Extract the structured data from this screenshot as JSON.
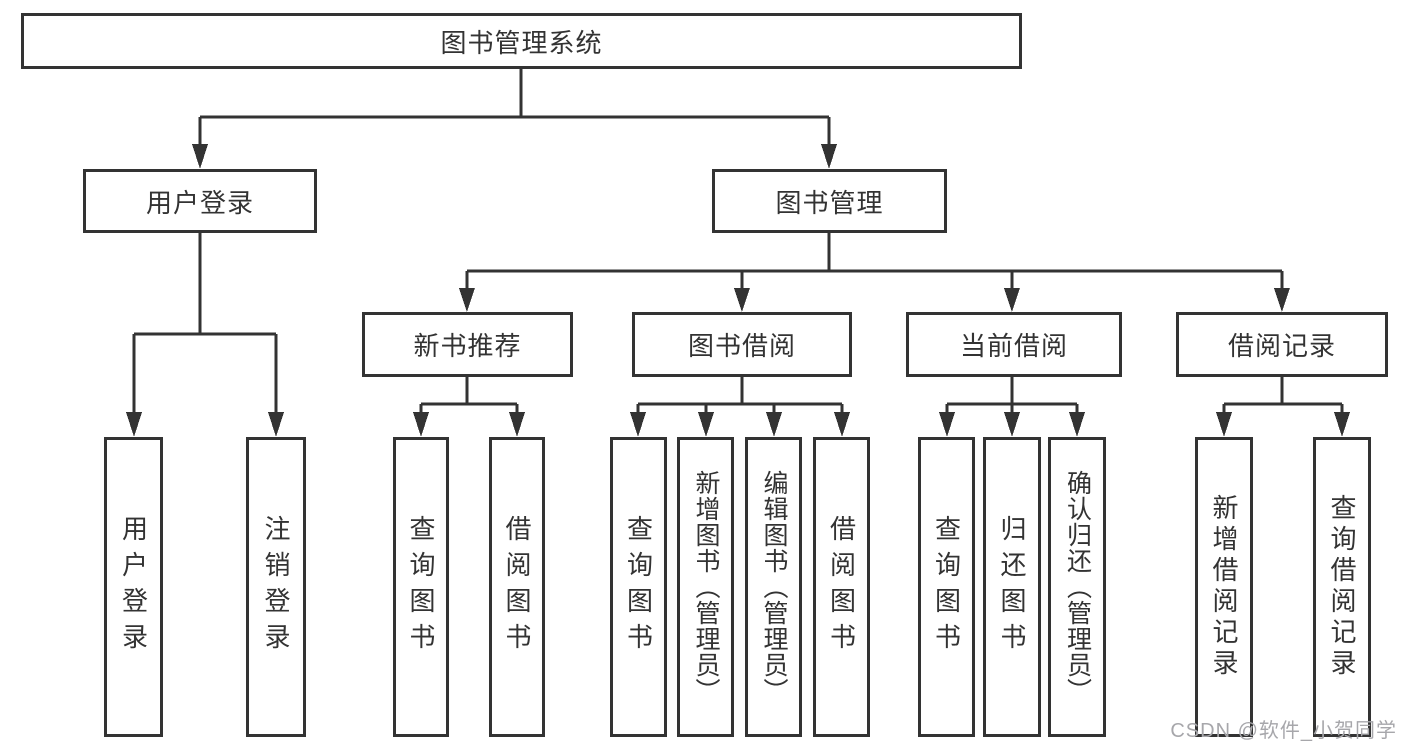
{
  "title": "图书管理系统",
  "watermark": "CSDN @软件_小贺同学",
  "colors": {
    "line": "#333333",
    "box_border": "#333333",
    "text": "#333333",
    "watermark": "#a7a7ab",
    "background": "#ffffff"
  },
  "nodes": {
    "root": {
      "label": "图书管理系统"
    },
    "user_login": {
      "label": "用户登录"
    },
    "book_mgmt": {
      "label": "图书管理"
    },
    "new_book_rec": {
      "label": "新书推荐"
    },
    "book_borrow": {
      "label": "图书借阅"
    },
    "current_borrow": {
      "label": "当前借阅"
    },
    "borrow_record": {
      "label": "借阅记录"
    },
    "user_login_leaf": {
      "label": "用户登录"
    },
    "logout_leaf": {
      "label": "注销登录"
    },
    "rec_query_book": {
      "label": "查询图书"
    },
    "rec_borrow_book": {
      "label": "借阅图书"
    },
    "bb_query_book": {
      "label": "查询图书"
    },
    "bb_add_book": {
      "label": "新增图书（管理员）"
    },
    "bb_edit_book": {
      "label": "编辑图书（管理员）"
    },
    "bb_borrow_book": {
      "label": "借阅图书"
    },
    "cb_query_book": {
      "label": "查询图书"
    },
    "cb_return_book": {
      "label": "归还图书"
    },
    "cb_confirm_return": {
      "label": "确认归还（管理员）"
    },
    "br_add_record": {
      "label": "新增借阅记录"
    },
    "br_query_record": {
      "label": "查询借阅记录"
    }
  },
  "edges": [
    [
      "root",
      "user_login"
    ],
    [
      "root",
      "book_mgmt"
    ],
    [
      "user_login",
      "user_login_leaf"
    ],
    [
      "user_login",
      "logout_leaf"
    ],
    [
      "book_mgmt",
      "new_book_rec"
    ],
    [
      "book_mgmt",
      "book_borrow"
    ],
    [
      "book_mgmt",
      "current_borrow"
    ],
    [
      "book_mgmt",
      "borrow_record"
    ],
    [
      "new_book_rec",
      "rec_query_book"
    ],
    [
      "new_book_rec",
      "rec_borrow_book"
    ],
    [
      "book_borrow",
      "bb_query_book"
    ],
    [
      "book_borrow",
      "bb_add_book"
    ],
    [
      "book_borrow",
      "bb_edit_book"
    ],
    [
      "book_borrow",
      "bb_borrow_book"
    ],
    [
      "current_borrow",
      "cb_query_book"
    ],
    [
      "current_borrow",
      "cb_return_book"
    ],
    [
      "current_borrow",
      "cb_confirm_return"
    ],
    [
      "borrow_record",
      "br_add_record"
    ],
    [
      "borrow_record",
      "br_query_record"
    ]
  ]
}
